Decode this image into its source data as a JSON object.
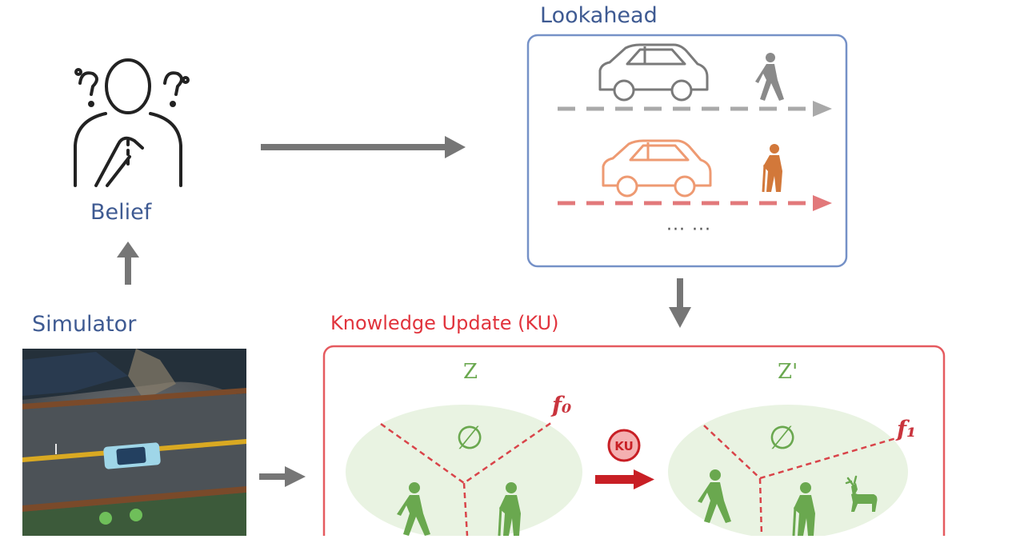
{
  "labels": {
    "belief": "Belief",
    "simulator": "Simulator",
    "lookahead": "Lookahead",
    "knowledge_update": "Knowledge Update (KU)",
    "z": "Z",
    "z_prime": "Z'",
    "f0": "f₀",
    "f1": "f₁",
    "ku_badge": "KU",
    "empty_set_left": "∅",
    "empty_set_right": "∅",
    "ellipsis": "··· ···"
  },
  "colors": {
    "arrow": "#767676",
    "lookahead_border": "#7591c7",
    "lookahead_text": "#3e5a92",
    "ku_border": "#e55a5f",
    "ku_text": "#e1343d",
    "ellipse_fill": "#e9f3e2",
    "partition": "#d9444a",
    "figure_green": "#6aa84f",
    "car_gray": "#7a7a7a",
    "car_orange": "#ee9a72",
    "elder_orange": "#d2783a",
    "dash_gray": "#a9a9a9",
    "dash_red": "#e2787a",
    "ku_red": "#c81f25"
  },
  "icons": {
    "belief": "confused-person-icon",
    "car_1": "car-outline-icon",
    "car_2": "car-outline-icon",
    "pedestrian": "walking-person-icon",
    "elderly": "elderly-person-with-cane-icon",
    "deer": "deer-icon",
    "simulator": "aerial-road-image"
  }
}
